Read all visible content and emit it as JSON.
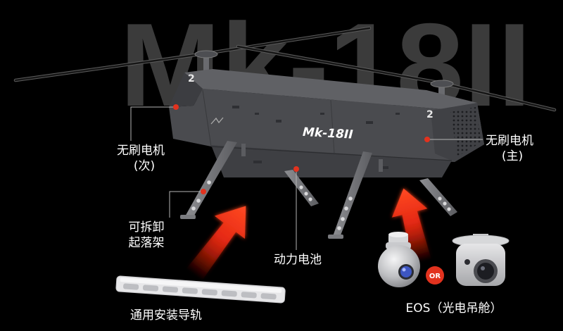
{
  "watermark": "Mk-18II",
  "body_label": "Mk-18II",
  "rotor_numbers": {
    "front": "2",
    "rear": "2"
  },
  "callouts": {
    "motor_secondary": {
      "line1": "无刷电机",
      "line2": "(次)"
    },
    "motor_main": {
      "line1": "无刷电机",
      "line2": "(主)"
    },
    "landing_gear": {
      "line1": "可拆卸",
      "line2": "起落架"
    },
    "battery": "动力电池",
    "rail": "通用安装导轨",
    "eos": "EOS（光电吊舱）",
    "or": "OR"
  },
  "colors": {
    "background": "#000000",
    "accent": "#e2321e",
    "watermark": "#3b3b3b",
    "body": "#4a4b4f",
    "lens_blue": "#3d56c2"
  }
}
